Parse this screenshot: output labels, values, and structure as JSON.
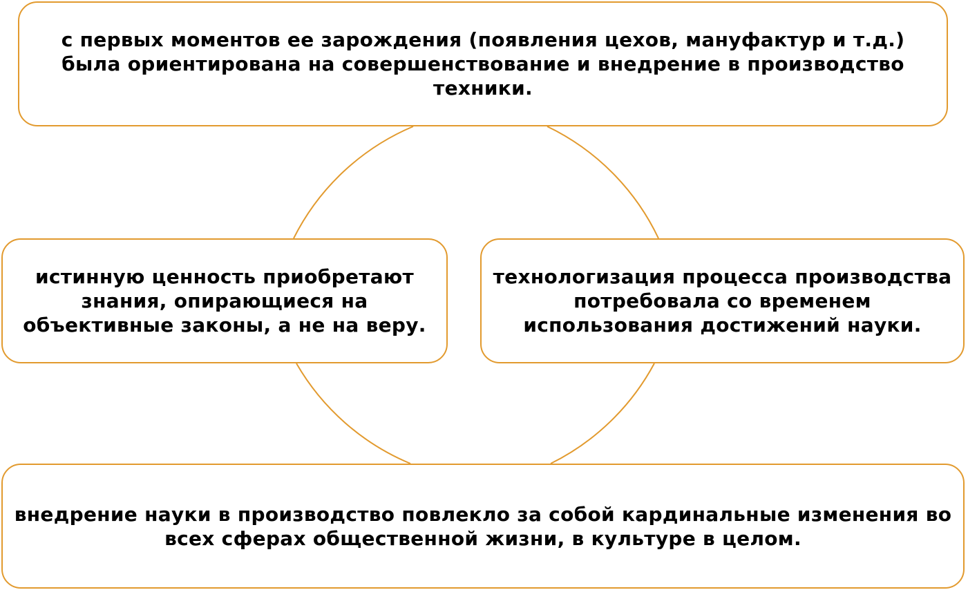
{
  "colors": {
    "accent": "#e29a2e",
    "text": "#000000",
    "background": "#ffffff"
  },
  "diagram": {
    "type": "cycle",
    "nodes": {
      "top": "с первых моментов ее зарождения (появления цехов, мануфактур и т.д.) была ориентирована на совершенствование и внедрение в производство техники.",
      "right": "технологизация процесса производства потребовала со временем использования достижений науки.",
      "bottom": "внедрение науки в производство повлекло за собой кардинальные изменения во всех сферах общественной жизни, в культуре в целом.",
      "left": "истинную ценность приобретают знания, опирающиеся на объективные законы, а не на веру."
    }
  }
}
